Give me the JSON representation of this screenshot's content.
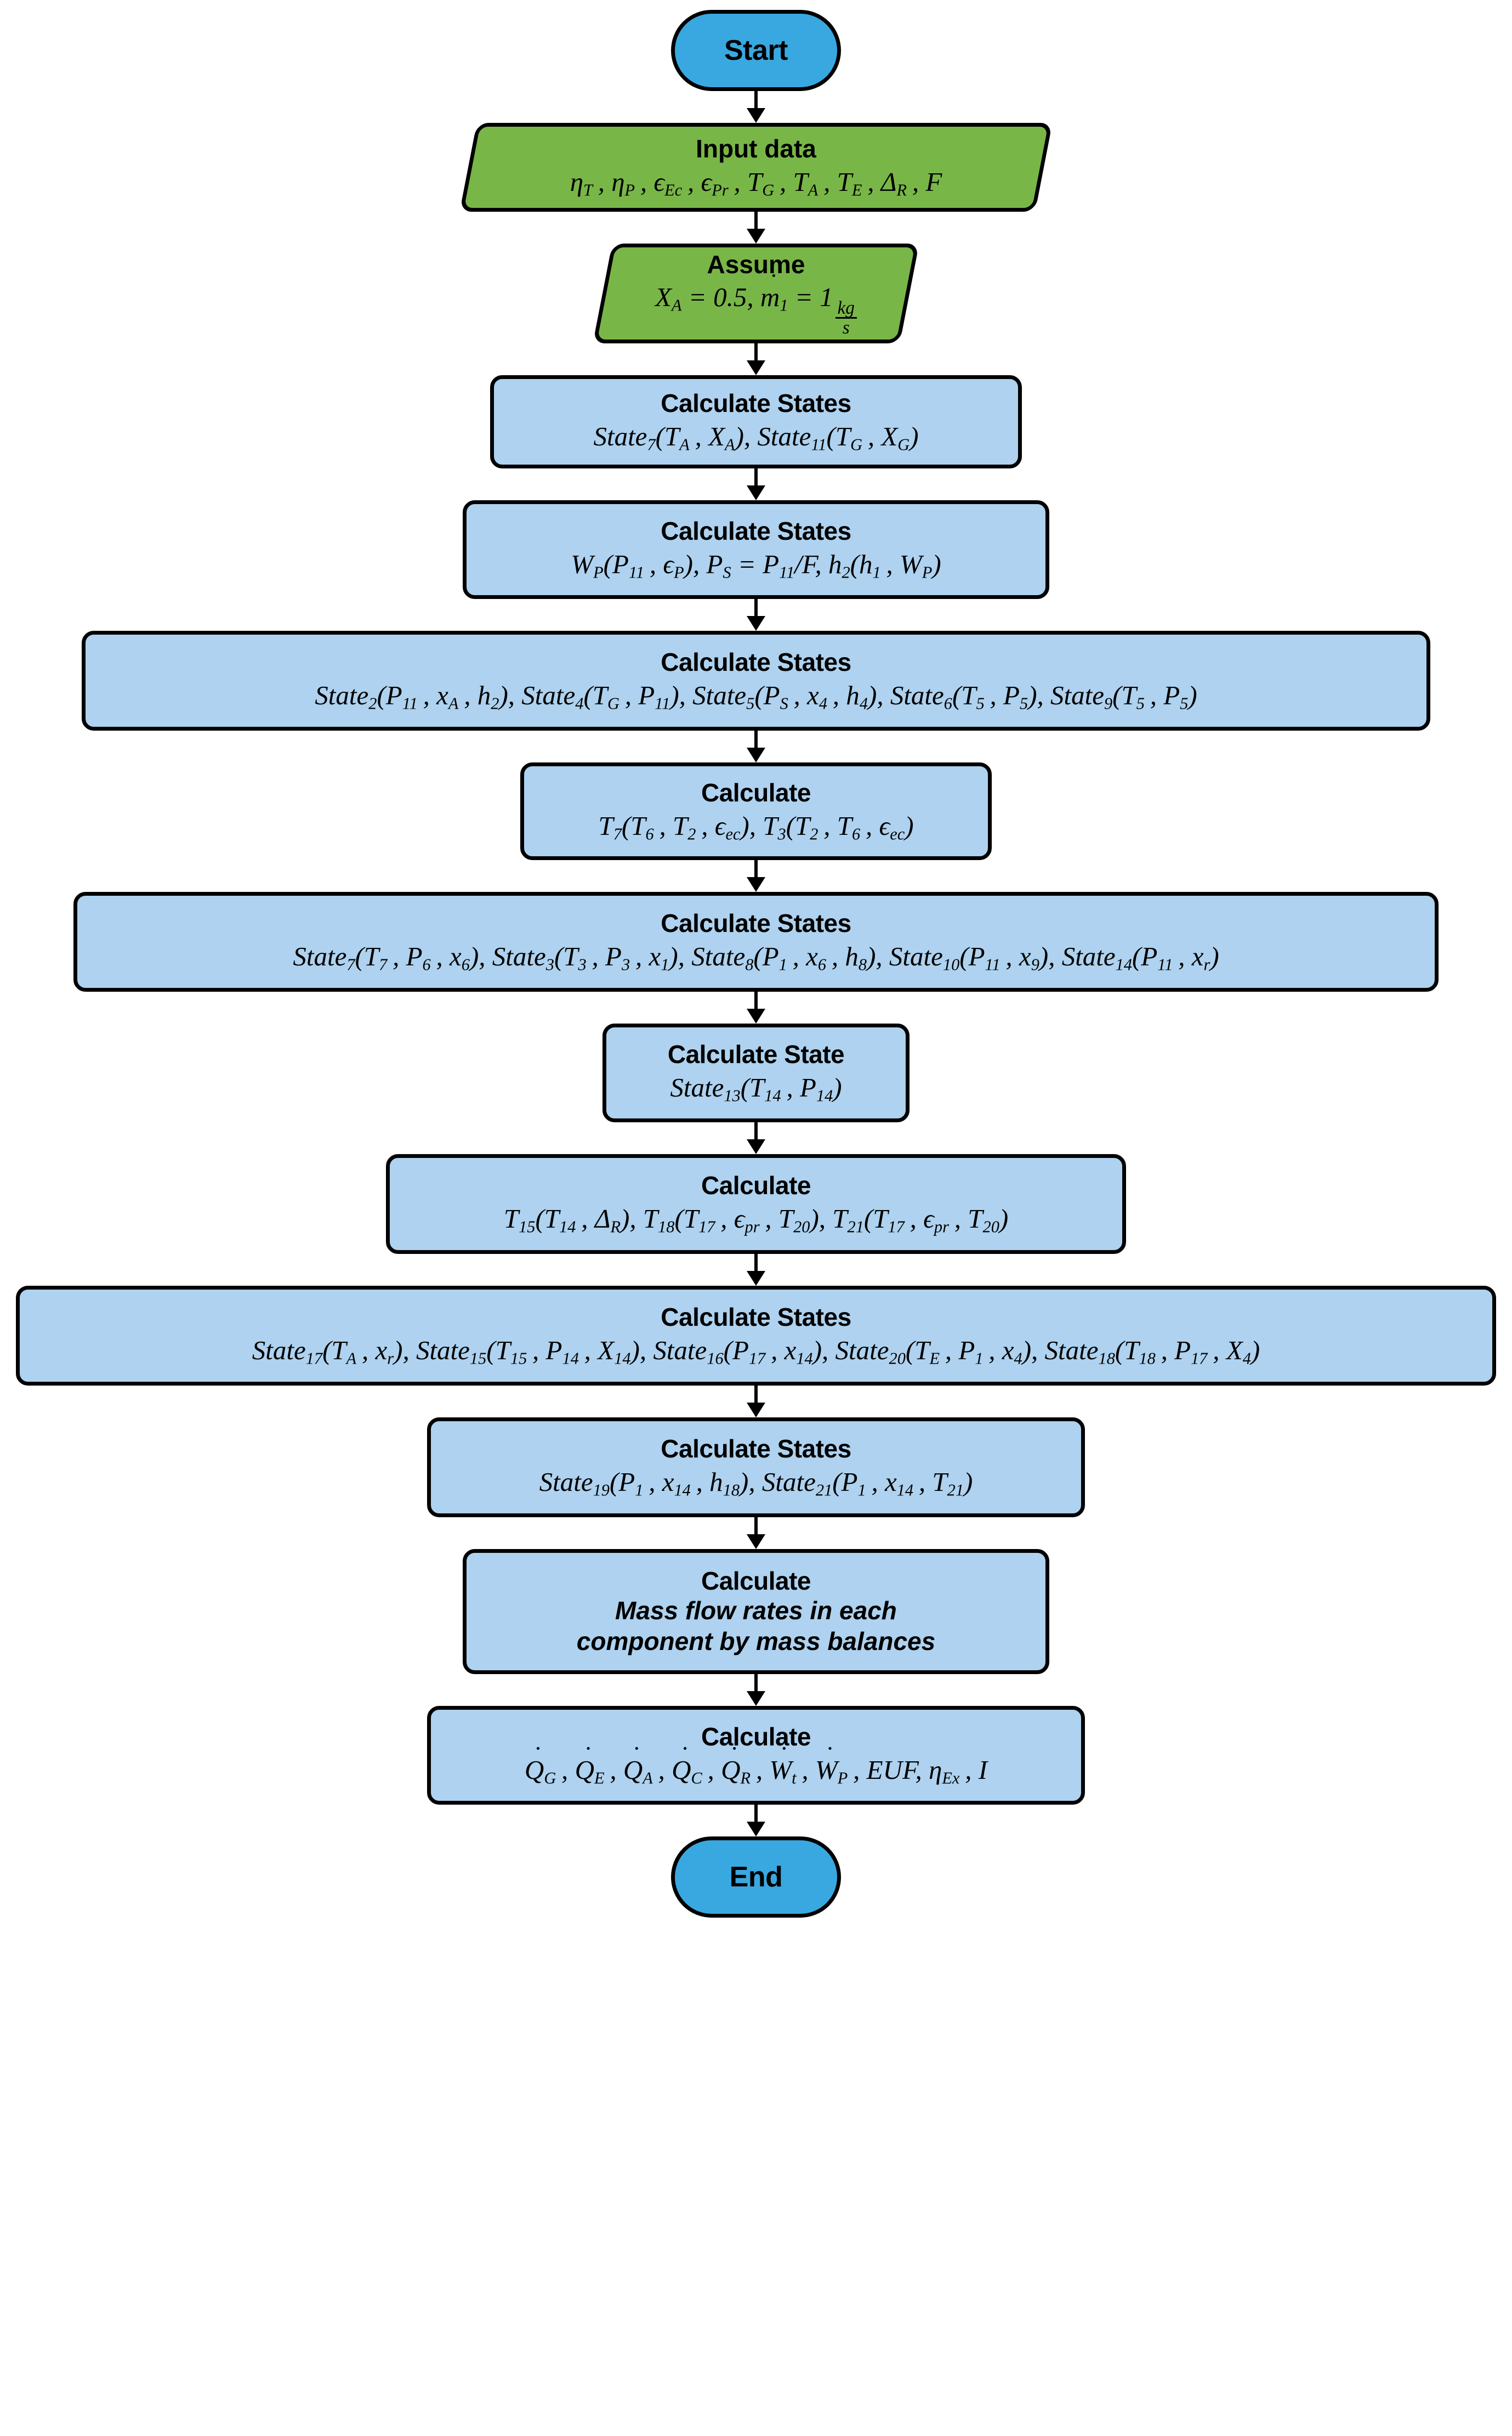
{
  "diagram": {
    "type": "flowchart",
    "orientation": "top-to-bottom",
    "colors": {
      "terminator_fill": "#39a8e0",
      "process_fill": "#aed2ef",
      "io_fill": "#79b648",
      "stroke": "#000000",
      "text": "#000000"
    },
    "nodes": [
      {
        "id": "start",
        "shape": "terminator",
        "title": "Start",
        "formula": ""
      },
      {
        "id": "input-data",
        "shape": "parallelogram",
        "title": "Input data",
        "formula": "ηT, ηP, ϵEc, ϵPr, TG, TA, TE, ΔR, F"
      },
      {
        "id": "assume",
        "shape": "parallelogram",
        "title": "Assume",
        "formula": "XA = 0.5, ṁ₁ = 1 kg/s"
      },
      {
        "id": "calc-states-1",
        "shape": "process",
        "title": "Calculate States",
        "formula": "State₇(TA, XA), State₁₁(TG, XG)"
      },
      {
        "id": "calc-states-2",
        "shape": "process",
        "title": "Calculate States",
        "formula": "WP(P₁₁, ϵP), PS = P₁₁/F, h₂(h₁, WP)"
      },
      {
        "id": "calc-states-3",
        "shape": "process",
        "title": "Calculate States",
        "formula": "State₂(P₁₁, xA, h₂), State₄(TG, P₁₁), State₅(PS, x₄, h₄), State₆(T₅, P₅), State₉(T₅, P₅)"
      },
      {
        "id": "calc-temps-1",
        "shape": "process",
        "title": "Calculate",
        "formula": "T₇(T₆, T₂, ϵec), T₃(T₂, T₆, ϵec)"
      },
      {
        "id": "calc-states-4",
        "shape": "process",
        "title": "Calculate States",
        "formula": "State₇(T₇, P₆, x₆), State₃(T₃, P₃, x₁), State₈(P₁, x₆, h₈), State₁₀(P₁₁, x₉), State₁₄(P₁₁, xr)"
      },
      {
        "id": "calc-state-13",
        "shape": "process",
        "title": "Calculate State",
        "formula": "State₁₃(T₁₄, P₁₄)"
      },
      {
        "id": "calc-temps-2",
        "shape": "process",
        "title": "Calculate",
        "formula": "T₁₅(T₁₄, ΔR), T₁₈(T₁₇, ϵpr, T₂₀), T₂₁(T₁₇, ϵpr, T₂₀)"
      },
      {
        "id": "calc-states-5",
        "shape": "process",
        "title": "Calculate States",
        "formula": "State₁₇(TA, xr), State₁₅(T₁₅, P₁₄, X₁₄), State₁₆(P₁₇, x₁₄), State₂₀(TE, P₁, x₄), State₁₈(T₁₈, P₁₇, X₄)"
      },
      {
        "id": "calc-states-6",
        "shape": "process",
        "title": "Calculate States",
        "formula": "State₁₉(P₁, x₁₄, h₁₈), State₂₁(P₁, x₁₄, T₂₁)"
      },
      {
        "id": "calc-mass-flow",
        "shape": "process",
        "title": "Calculate",
        "formula": "Mass flow rates in each component by mass balances"
      },
      {
        "id": "calc-performance",
        "shape": "process",
        "title": "Calculate",
        "formula": "Q̇G, Q̇E, Q̇A, Q̇C, Q̇R, Ẇt, ẆP, EUF, ηEx, I"
      },
      {
        "id": "end",
        "shape": "terminator",
        "title": "End",
        "formula": ""
      }
    ]
  }
}
